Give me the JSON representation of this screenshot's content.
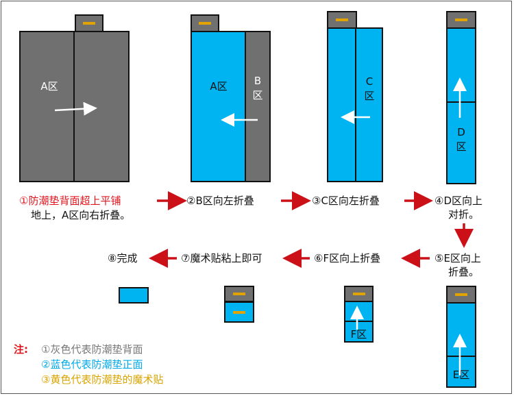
{
  "colors": {
    "gray": "#707070",
    "blue": "#00b4f2",
    "yellow": "#e0a300",
    "red": "#e0141c",
    "arrow": "#cc1018"
  },
  "zones": {
    "a": "A区",
    "b_top": "B",
    "b_bottom": "区",
    "c_top": "C",
    "c_bottom": "区",
    "d_top": "D",
    "d_bottom": "区",
    "e": "E区",
    "f": "F区"
  },
  "steps": {
    "s1_line1": "①防潮垫背面超上平铺",
    "s1_line2": "地上，A区向右折叠。",
    "s2": "②B区向左折叠",
    "s3": "③C区向左折叠",
    "s4_line1": "④D区向上",
    "s4_line2": "对折。",
    "s5_line1": "⑤E区向上",
    "s5_line2": "折叠。",
    "s6": "⑥F区向上折叠",
    "s7": "⑦魔术贴粘上即可",
    "s8": "⑧完成"
  },
  "note": {
    "label": "注:",
    "line1": "①灰色代表防潮垫背面",
    "line2": "②蓝色代表防潮垫正面",
    "line3": "③黄色代表防潮垫的魔术贴",
    "line1_color": "#777777",
    "line2_color": "#00a8e8",
    "line3_color": "#d9a400"
  }
}
